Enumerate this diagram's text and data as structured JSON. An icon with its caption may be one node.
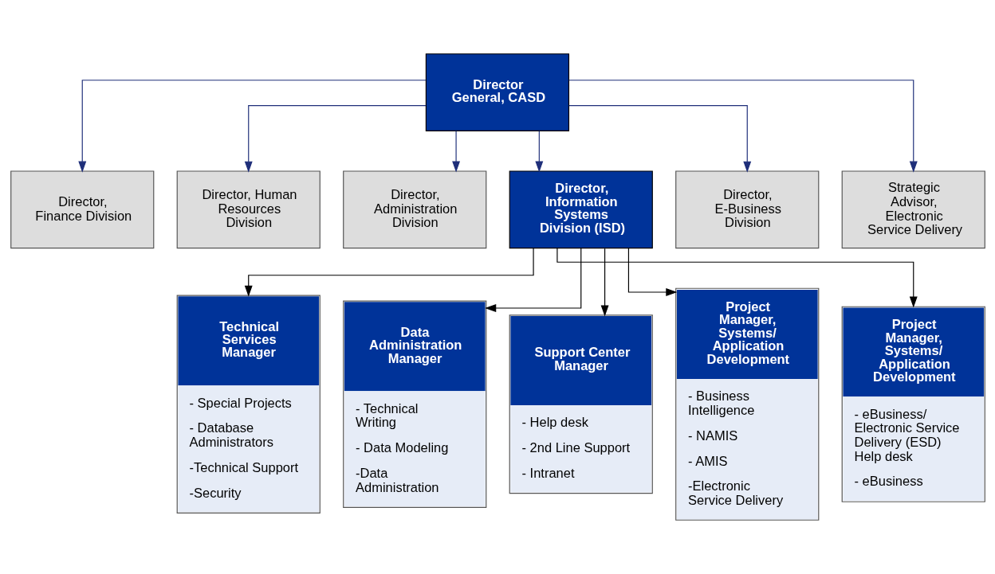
{
  "diagram": {
    "nodes": [
      {
        "text": [
          "Director General, CASD"
        ]
      },
      {
        "text": [
          "Director, Finance Division"
        ]
      },
      {
        "text": [
          "Director, Human Resources Division"
        ]
      },
      {
        "text": [
          "Director, Administration Division"
        ]
      },
      {
        "text": [
          "Director, Information Systems Division (ISD)"
        ]
      },
      {
        "text": [
          "Director, E-Business Division"
        ]
      },
      {
        "text": [
          "Strategic Advisor, Electronic Service Delivery"
        ]
      },
      {
        "text": [
          "Technical Services Manager",
          "- Special Projects",
          "- Database Administrators",
          "-Technical Support",
          "-Security"
        ]
      },
      {
        "text": [
          "Data Administration Manager",
          "- Technical Writing",
          "- Data Modeling",
          "-Data Administration"
        ]
      },
      {
        "text": [
          "Support Center Manager",
          "- Help desk",
          "- 2nd Line Support",
          "- Intranet"
        ]
      },
      {
        "text": [
          "Project Manager, Systems/ Application Development",
          "- Business Intelligence",
          "- NAMIS",
          "- AMIS",
          "-Electronic Service Delivery"
        ]
      },
      {
        "text": [
          "Project Manager, Systems/ Application Development",
          "- eBusiness/ Electronic Service Delivery (ESD) Help desk",
          "- eBusiness"
        ]
      }
    ],
    "edges": [
      {
        "from": 0,
        "to": 1,
        "arrow": "to"
      },
      {
        "from": 0,
        "to": 2,
        "arrow": "to"
      },
      {
        "from": 0,
        "to": 3,
        "arrow": "to"
      },
      {
        "from": 0,
        "to": 4,
        "arrow": "to"
      },
      {
        "from": 0,
        "to": 5,
        "arrow": "to"
      },
      {
        "from": 0,
        "to": 6,
        "arrow": "to"
      },
      {
        "from": 4,
        "to": 7,
        "arrow": "to",
        "color": "#000000"
      },
      {
        "from": 4,
        "to": 8,
        "arrow": "to",
        "color": "#000000"
      },
      {
        "from": 4,
        "to": 9,
        "arrow": "to",
        "color": "#000000"
      },
      {
        "from": 4,
        "to": 10,
        "arrow": "to",
        "color": "#000000"
      },
      {
        "from": 4,
        "to": 11,
        "arrow": "to",
        "color": "#000000"
      }
    ]
  }
}
